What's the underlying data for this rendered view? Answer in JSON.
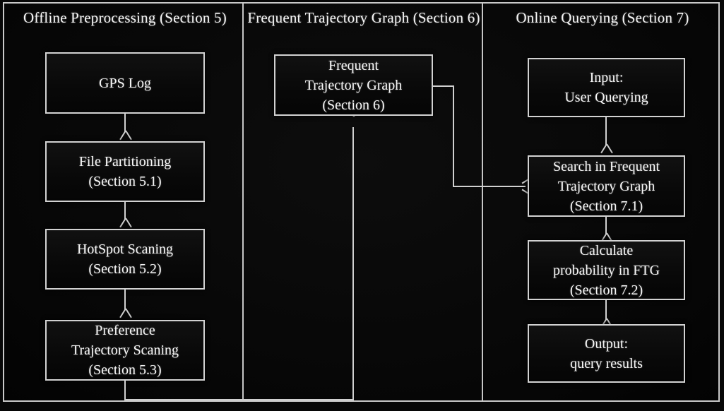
{
  "figure": {
    "kind": "flowchart",
    "background_color": "#070707",
    "line_color": "#d0d0d0",
    "text_color": "#f7f7f7"
  },
  "columns": [
    {
      "id": "offline",
      "title": "Offline Preprocessing\n(Section 5)"
    },
    {
      "id": "ftg",
      "title": "Frequent Trajectory Graph\n(Section 6)"
    },
    {
      "id": "online",
      "title": "Online Querying\n(Section 7)"
    }
  ],
  "nodes": {
    "gps_log": "GPS Log",
    "file_partitioning": "File Partitioning\n(Section 5.1)",
    "hotspot_scanning": "HotSpot Scaning\n(Section 5.2)",
    "preference_trajectory": "Preference\nTrajectory Scaning\n(Section 5.3)",
    "frequent_trajectory_graph": "Frequent\nTrajectory Graph\n(Section 6)",
    "input_user_querying": "Input:\nUser Querying",
    "search_in_ftg": "Search in Frequent\nTrajectory Graph\n(Section 7.1)",
    "calculate_probability": "Calculate\nprobability in FTG\n(Section 7.2)",
    "output_query_results": "Output:\nquery results"
  },
  "edges": [
    {
      "from": "gps_log",
      "to": "file_partitioning"
    },
    {
      "from": "file_partitioning",
      "to": "hotspot_scanning"
    },
    {
      "from": "hotspot_scanning",
      "to": "preference_trajectory"
    },
    {
      "from": "preference_trajectory",
      "to": "frequent_trajectory_graph"
    },
    {
      "from": "frequent_trajectory_graph",
      "to": "search_in_ftg"
    },
    {
      "from": "input_user_querying",
      "to": "search_in_ftg"
    },
    {
      "from": "search_in_ftg",
      "to": "calculate_probability"
    },
    {
      "from": "calculate_probability",
      "to": "output_query_results"
    }
  ]
}
